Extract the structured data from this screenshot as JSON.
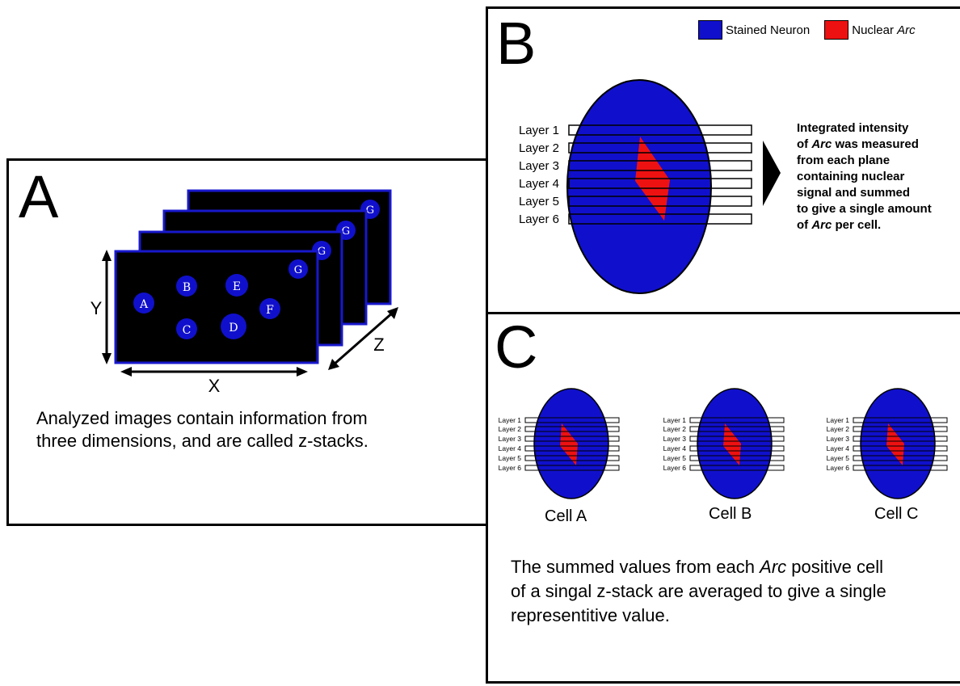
{
  "panel_a": {
    "letter": "A",
    "cells": [
      "A",
      "B",
      "C",
      "D",
      "E",
      "F",
      "G"
    ],
    "back_cell": "G",
    "axis_x": "X",
    "axis_y": "Y",
    "axis_z": "Z",
    "caption_line1": "Analyzed images contain information from",
    "caption_line2": "three dimensions, and are called z-stacks."
  },
  "panel_b": {
    "letter": "B",
    "legend": [
      {
        "label": "Stained Neuron",
        "color": "#1010cc"
      },
      {
        "label_prefix": "Nuclear ",
        "label_italic": "Arc",
        "color": "#ee1111"
      }
    ],
    "layers": [
      "Layer 1",
      "Layer 2",
      "Layer 3",
      "Layer 4",
      "Layer 5",
      "Layer 6"
    ],
    "caption": [
      {
        "text": "Integrated intensity"
      },
      {
        "prefix": "of ",
        "italic": "Arc",
        "suffix": " was measured"
      },
      {
        "text": "from each plane"
      },
      {
        "text": "containing nuclear"
      },
      {
        "text": "signal and summed"
      },
      {
        "text": "to give a single amount"
      },
      {
        "prefix": "of ",
        "italic": "Arc",
        "suffix": " per cell."
      }
    ]
  },
  "panel_c": {
    "letter": "C",
    "cells": [
      "Cell A",
      "Cell B",
      "Cell C"
    ],
    "layers": [
      "Layer 1",
      "Layer 2",
      "Layer 3",
      "Layer 4",
      "Layer 5",
      "Layer 6"
    ],
    "caption_line1_prefix": "The summed values from each ",
    "caption_line1_italic": "Arc",
    "caption_line1_suffix": " positive cell",
    "caption_line2": "of a singal z-stack are averaged to give a single",
    "caption_line3": "representitive value."
  },
  "colors": {
    "neuron": "#1010cc",
    "nucleus": "#ee1111",
    "frame_border": "#1818cc",
    "frame_fill": "#000000"
  }
}
